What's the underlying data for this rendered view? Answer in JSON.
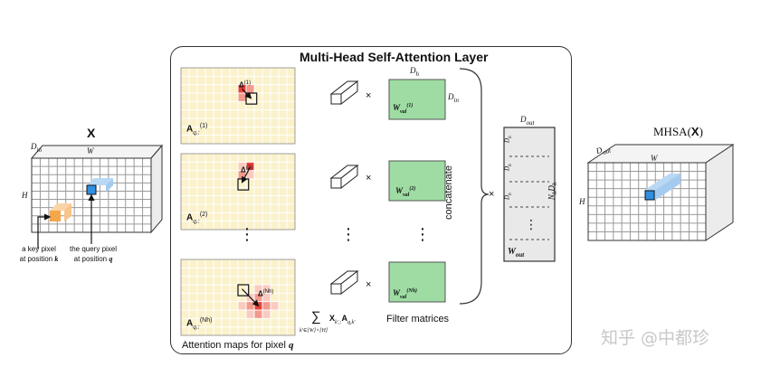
{
  "colors": {
    "map_bg": "#fbf2cc",
    "grid_line": "#ffffff",
    "red_strong": "#e8403a",
    "red_mid": "#f29a8c",
    "red_light": "#f9cbbf",
    "filter_green": "#9edca4",
    "filter_border": "#555555",
    "query_blue": "#2f8fe0",
    "query_blue_light": "#b9d8f4",
    "key_orange": "#f4a64a",
    "key_orange_light": "#fad4a6",
    "concat_gray": "#e9e9e9",
    "watermark": "#c8c8c8"
  },
  "left_tensor": {
    "title": "X",
    "depth_label": "D",
    "depth_sub": "in",
    "width_label": "W",
    "height_label": "H",
    "key_label_line1": "a key pixel",
    "key_label_line2_prefix": "at position ",
    "key_label_var": "k",
    "query_label_line1": "the query pixel",
    "query_label_line2_prefix": "at position ",
    "query_label_var": "q"
  },
  "panel": {
    "title": "Multi-Head Self-Attention Layer",
    "caption_prefix": "Attention maps for pixel ",
    "caption_var": "q",
    "filter_caption": "Filter matrices",
    "concatenate_label": "concatenate",
    "times": "×",
    "vdots": "⋮",
    "sum_symbol": "∑",
    "sum_term_main": "X",
    "sum_term_sub": "k′,:",
    "sum_term2_main": "A",
    "sum_term2_sub": "q,k′",
    "sum_subscript": "k′∈[W]×[H]",
    "dh_label": "D",
    "dh_sub": "h",
    "din_label": "D",
    "din_sub": "in",
    "heads": [
      {
        "a_main": "A",
        "a_sub": "q,:",
        "a_sup": "(1)",
        "delta": "Δ",
        "delta_sup": "(1)",
        "w_main": "W",
        "w_sub": "val",
        "w_sup": "(1)"
      },
      {
        "a_main": "A",
        "a_sub": "q,:",
        "a_sup": "(2)",
        "delta": "Δ",
        "delta_sup": "(2)",
        "w_main": "W",
        "w_sub": "val",
        "w_sup": "(2)"
      },
      {
        "a_main": "A",
        "a_sub": "q,:",
        "a_sup": "(Nh)",
        "delta": "Δ",
        "delta_sup": "(Nh)",
        "w_main": "W",
        "w_sub": "val",
        "w_sup": "(Nh)"
      }
    ]
  },
  "output_matrix": {
    "top_label": "D",
    "top_sub": "out",
    "side_label": "N",
    "side_sub": "h",
    "side_label2": "D",
    "side_sub2": "h",
    "row_label": "D",
    "row_sub": "h",
    "w_main": "W",
    "w_sub": "out",
    "times": "×"
  },
  "right_tensor": {
    "title_prefix": "MHSA(",
    "title_var": "X",
    "title_suffix": ")",
    "depth_label": "D",
    "depth_sub": "out",
    "width_label": "W",
    "height_label": "H"
  },
  "watermark": "知乎 @中都珍"
}
